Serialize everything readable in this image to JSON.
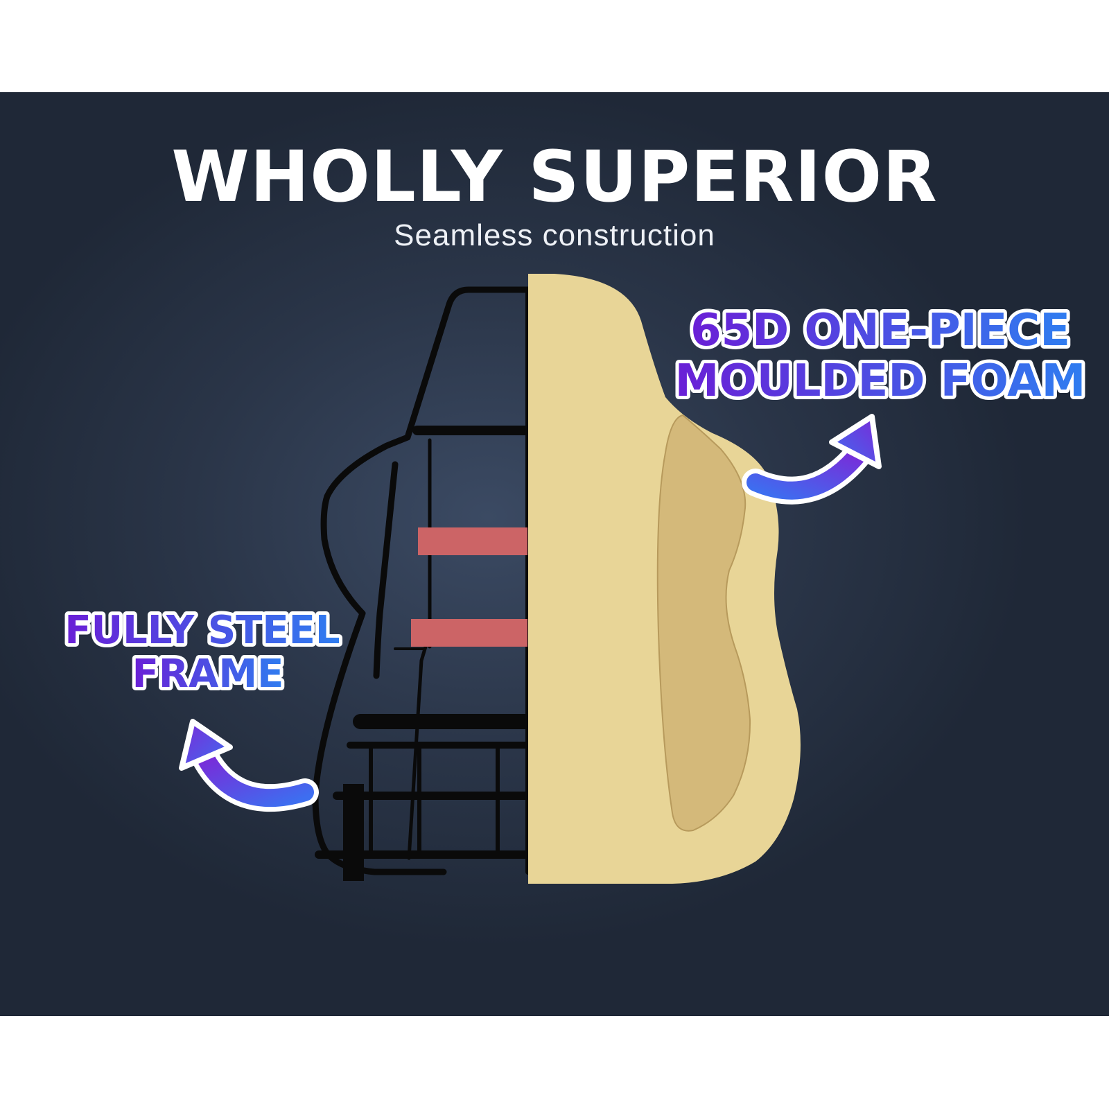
{
  "header": {
    "title": "WHOLLY SUPERIOR",
    "subtitle": "Seamless construction"
  },
  "callouts": {
    "foam": {
      "line1": "65D ONE-PIECE",
      "line2": "MOULDED FOAM"
    },
    "frame": {
      "line1": "FULLY STEEL",
      "line2": "FRAME"
    }
  },
  "colors": {
    "background": "#2a3548",
    "foam_outer": "#e8d597",
    "foam_inner": "#d4b97a",
    "frame": "#0a0a0a",
    "straps": "#cc6466",
    "gradient_start": "#6a1fd6",
    "gradient_end": "#2f7df0"
  }
}
